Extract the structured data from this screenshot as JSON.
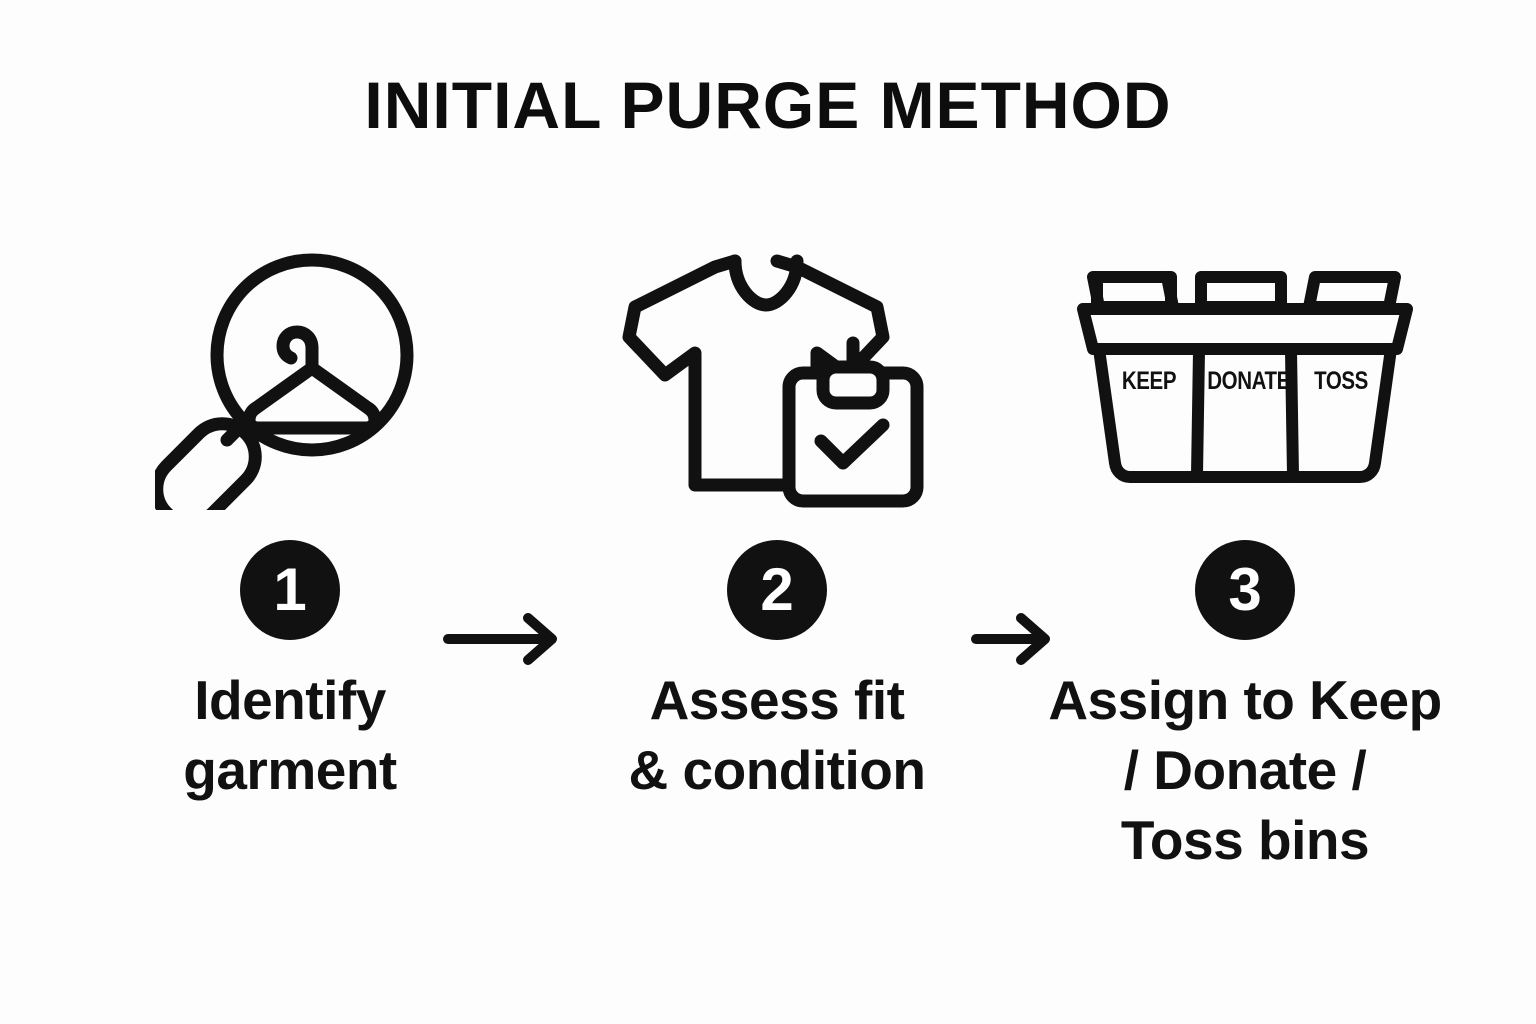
{
  "page": {
    "title": "INITIAL PURGE METHOD",
    "background_color": "#fdfdfd",
    "ink_color": "#111111"
  },
  "steps": [
    {
      "number": "1",
      "icon": "magnifier-hanger-icon",
      "label": "Identify\ngarment"
    },
    {
      "number": "2",
      "icon": "tshirt-clipboard-check-icon",
      "label": "Assess fit\n& condition"
    },
    {
      "number": "3",
      "icon": "three-bin-sort-icon",
      "label": "Assign to Keep\n/ Donate /\nToss bins"
    }
  ],
  "bins": {
    "keep": "KEEP",
    "donate": "DONATE",
    "toss": "TOSS"
  },
  "arrows": [
    {
      "name": "arrow-step1-to-step2"
    },
    {
      "name": "arrow-step2-to-step3"
    }
  ]
}
